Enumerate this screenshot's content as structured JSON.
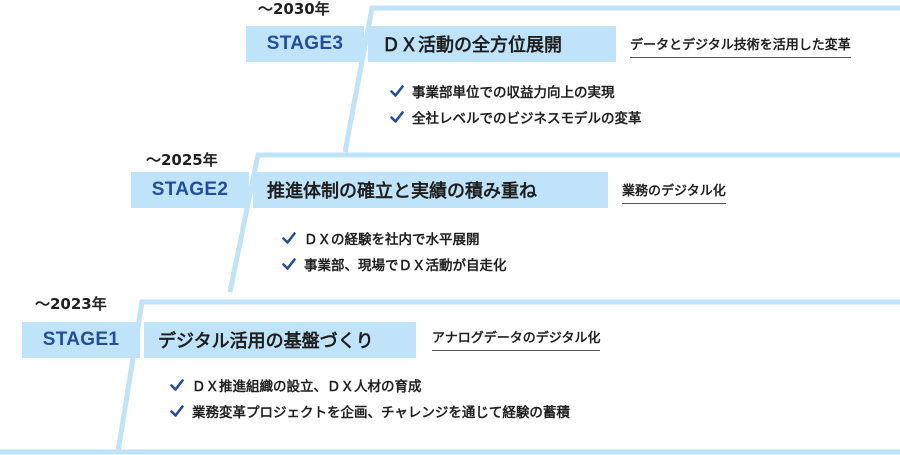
{
  "colors": {
    "stair_line": "#bfe3f8",
    "badge_fill": "#bfe3f8",
    "badge_text": "#234e9c",
    "check_color": "#234e9c"
  },
  "stages": [
    {
      "year": "～2023年",
      "label": "STAGE1",
      "title": "デジタル活用の基盤づくり",
      "tag": "アナログデータのデジタル化",
      "bullets": [
        "ＤＸ推進組織の設立、ＤＸ人材の育成",
        "業務変革プロジェクトを企画、チャレンジを通じて経験の蓄積"
      ]
    },
    {
      "year": "～2025年",
      "label": "STAGE2",
      "title": "推進体制の確立と実績の積み重ね",
      "tag": "業務のデジタル化",
      "bullets": [
        "ＤＸの経験を社内で水平展開",
        "事業部、現場でＤＸ活動が自走化"
      ]
    },
    {
      "year": "～2030年",
      "label": "STAGE3",
      "title": "ＤＸ活動の全方位展開",
      "tag": "データとデジタル技術を活用した変革",
      "bullets": [
        "事業部単位での収益力向上の実現",
        "全社レベルでのビジネスモデルの変革"
      ]
    }
  ]
}
